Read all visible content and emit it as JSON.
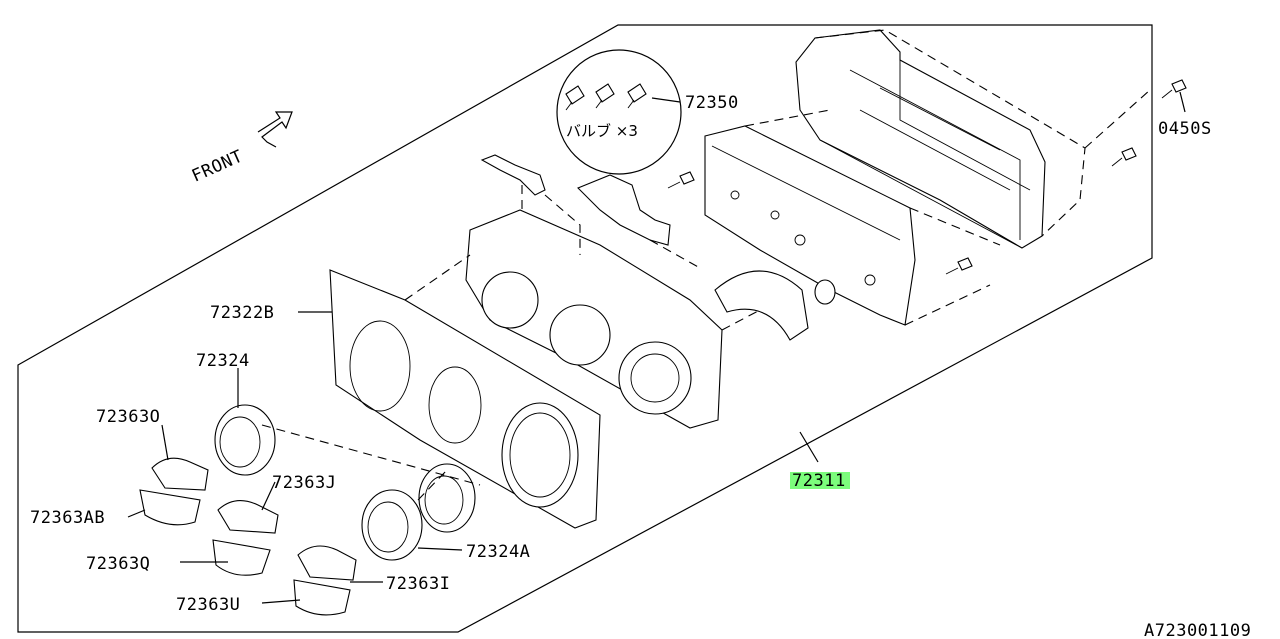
{
  "drawing_id": "A723001109",
  "front_label": "FRONT",
  "bulb_note": "バルブ ×3",
  "highlight_color": "#7CFC7C",
  "labels": {
    "p72311": "72311",
    "p72350": "72350",
    "p0450s": "0450S",
    "p72322b": "72322B",
    "p72324": "72324",
    "p72363o": "72363O",
    "p72363ab": "72363AB",
    "p72363j": "72363J",
    "p72363q": "72363Q",
    "p72324a": "72324A",
    "p72363i": "72363I",
    "p72363u": "72363U"
  }
}
